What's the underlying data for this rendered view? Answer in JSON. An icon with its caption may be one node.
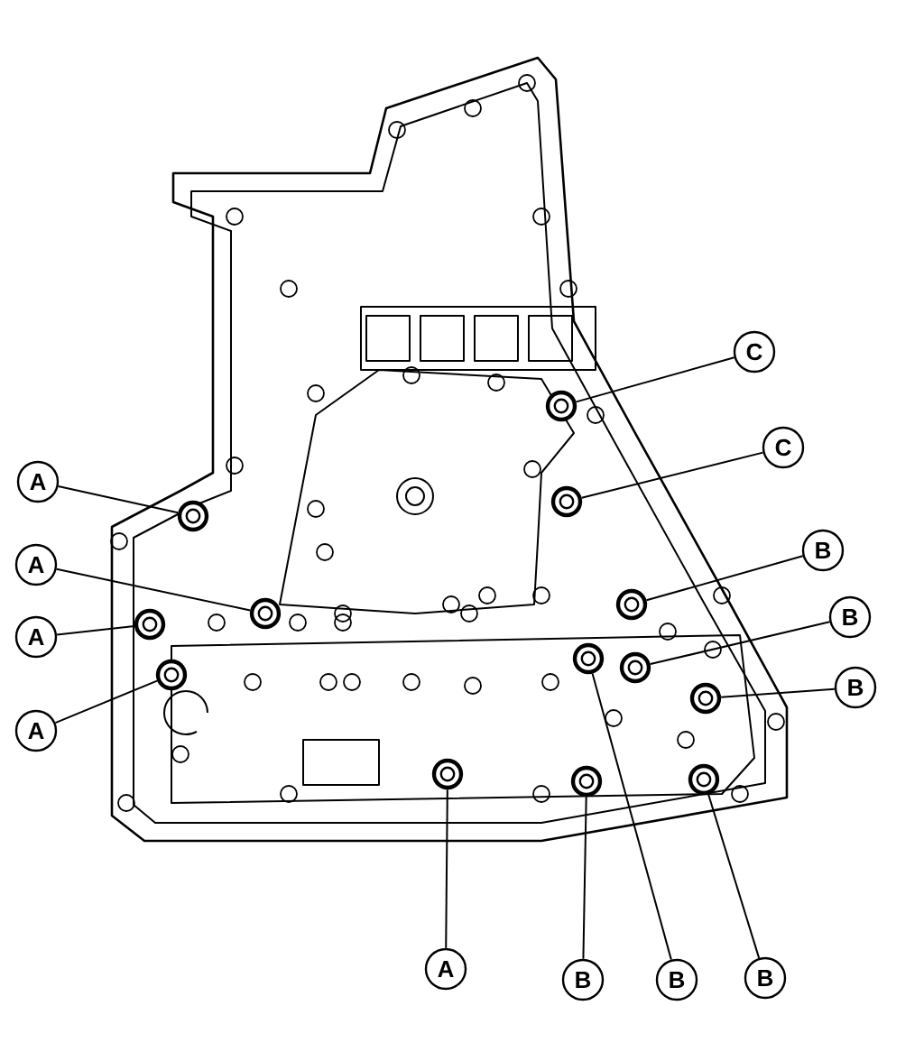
{
  "diagram": {
    "nodes": [
      {
        "text": [
          "C"
        ]
      },
      {
        "text": [
          "C"
        ]
      },
      {
        "text": [
          "A"
        ]
      },
      {
        "text": [
          "B"
        ]
      },
      {
        "text": [
          "A"
        ]
      },
      {
        "text": [
          "B"
        ]
      },
      {
        "text": [
          "A"
        ]
      },
      {
        "text": [
          "B"
        ]
      },
      {
        "text": [
          "A"
        ]
      },
      {
        "text": [
          "A"
        ]
      },
      {
        "text": [
          "B"
        ]
      },
      {
        "text": [
          "B"
        ]
      },
      {
        "text": [
          "B"
        ]
      },
      {
        "text": [],
        "shape": "circle"
      },
      {
        "text": [],
        "shape": "circle"
      },
      {
        "text": [],
        "shape": "circle"
      },
      {
        "text": [],
        "shape": "circle"
      },
      {
        "text": [],
        "shape": "circle"
      },
      {
        "text": [],
        "shape": "circle"
      },
      {
        "text": [],
        "shape": "circle"
      },
      {
        "text": [],
        "shape": "circle"
      },
      {
        "text": [],
        "shape": "circle"
      },
      {
        "text": [],
        "shape": "circle"
      },
      {
        "text": [],
        "shape": "circle"
      },
      {
        "text": [],
        "shape": "circle"
      },
      {
        "text": [],
        "shape": "circle"
      }
    ],
    "edges": [
      {
        "from": 0,
        "to": 18,
        "arrow": "none"
      },
      {
        "from": 1,
        "to": 19,
        "arrow": "none"
      },
      {
        "from": 2,
        "to": 15,
        "arrow": "none"
      },
      {
        "from": 3,
        "to": 22,
        "arrow": "none"
      },
      {
        "from": 4,
        "to": 16,
        "arrow": "none"
      },
      {
        "from": 5,
        "to": 23,
        "arrow": "none"
      },
      {
        "from": 6,
        "to": 13,
        "arrow": "none"
      },
      {
        "from": 7,
        "to": 25,
        "arrow": "none"
      },
      {
        "from": 8,
        "to": 14,
        "arrow": "none"
      },
      {
        "from": 9,
        "to": 17,
        "arrow": "none"
      },
      {
        "from": 10,
        "to": 20,
        "arrow": "none"
      },
      {
        "from": 11,
        "to": 21,
        "arrow": "none"
      },
      {
        "from": 12,
        "to": 24,
        "arrow": "none"
      }
    ]
  }
}
